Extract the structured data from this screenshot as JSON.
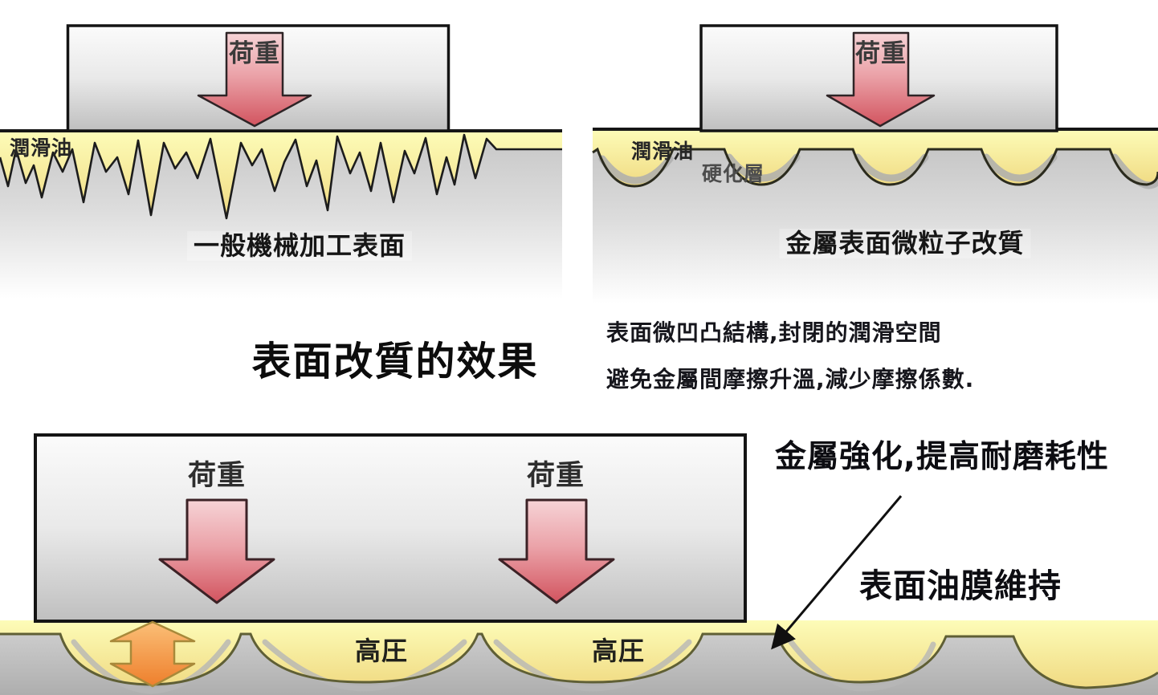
{
  "panels": {
    "top_left": {
      "load_label": "荷重",
      "oil_label": "潤滑油",
      "caption": "一般機械加工表面"
    },
    "top_right": {
      "load_label": "荷重",
      "oil_label": "潤滑油",
      "hardened_layer_label": "硬化層",
      "caption": "金屬表面微粒子改質"
    },
    "bottom": {
      "load_label_1": "荷重",
      "load_label_2": "荷重",
      "pressure_label_1": "高圧",
      "pressure_label_2": "高圧"
    }
  },
  "center": {
    "title": "表面改質的效果",
    "description_line1": "表面微凹凸結構,封閉的潤滑空間",
    "description_line2": "避免金屬間摩擦升溫,減少摩擦係數."
  },
  "annotations": {
    "wear_resistance": "金屬強化,提高耐磨耗性",
    "oil_film": "表面油膜維持"
  },
  "colors": {
    "lubricant_yellow_top": "#fdfbb4",
    "lubricant_yellow_bottom": "#efd87f",
    "load_arrow_red": "#d5636d",
    "pressure_arrow_orange": "#ef7f2e",
    "metal_gray": "#c6c6c6"
  }
}
